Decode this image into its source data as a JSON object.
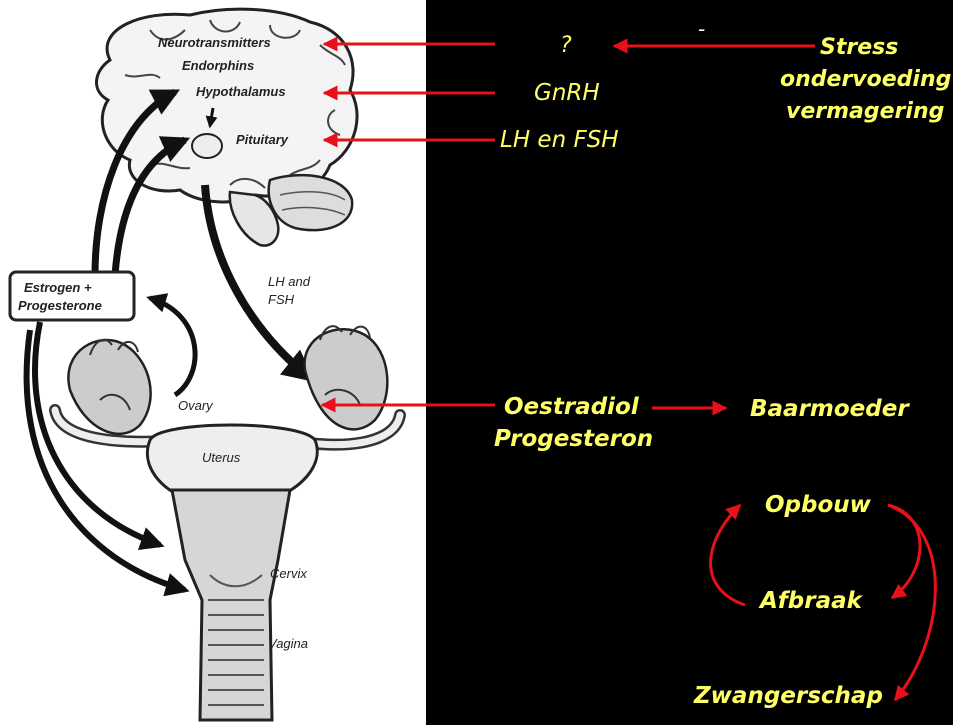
{
  "illustration": {
    "labels": {
      "neurotransmitters": "Neurotransmitters",
      "endorphins": "Endorphins",
      "hypothalamus": "Hypothalamus",
      "pituitary": "Pituitary",
      "lh_and": "LH and",
      "fsh": "FSH",
      "estrogen": "Estrogen +",
      "progesterone": "Progesterone",
      "ovary": "Ovary",
      "uterus": "Uterus",
      "cervix": "Cervix",
      "vagina": "Vagina"
    }
  },
  "annotations": {
    "question": "?",
    "minus": "-",
    "stress": "Stress",
    "ondervoeding": "ondervoeding",
    "vermagering": "vermagering",
    "gnrh": "GnRH",
    "lh_fsh": "LH en FSH",
    "oestradiol": "Oestradiol",
    "progesteron": "Progesteron",
    "baarmoeder": "Baarmoeder",
    "opbouw": "Opbouw",
    "afbraak": "Afbraak",
    "zwangerschap": "Zwangerschap"
  },
  "colors": {
    "arrow_red": "#e8101a",
    "label_yellow": "#ffff66",
    "background": "#000000",
    "panel": "#ffffff"
  }
}
